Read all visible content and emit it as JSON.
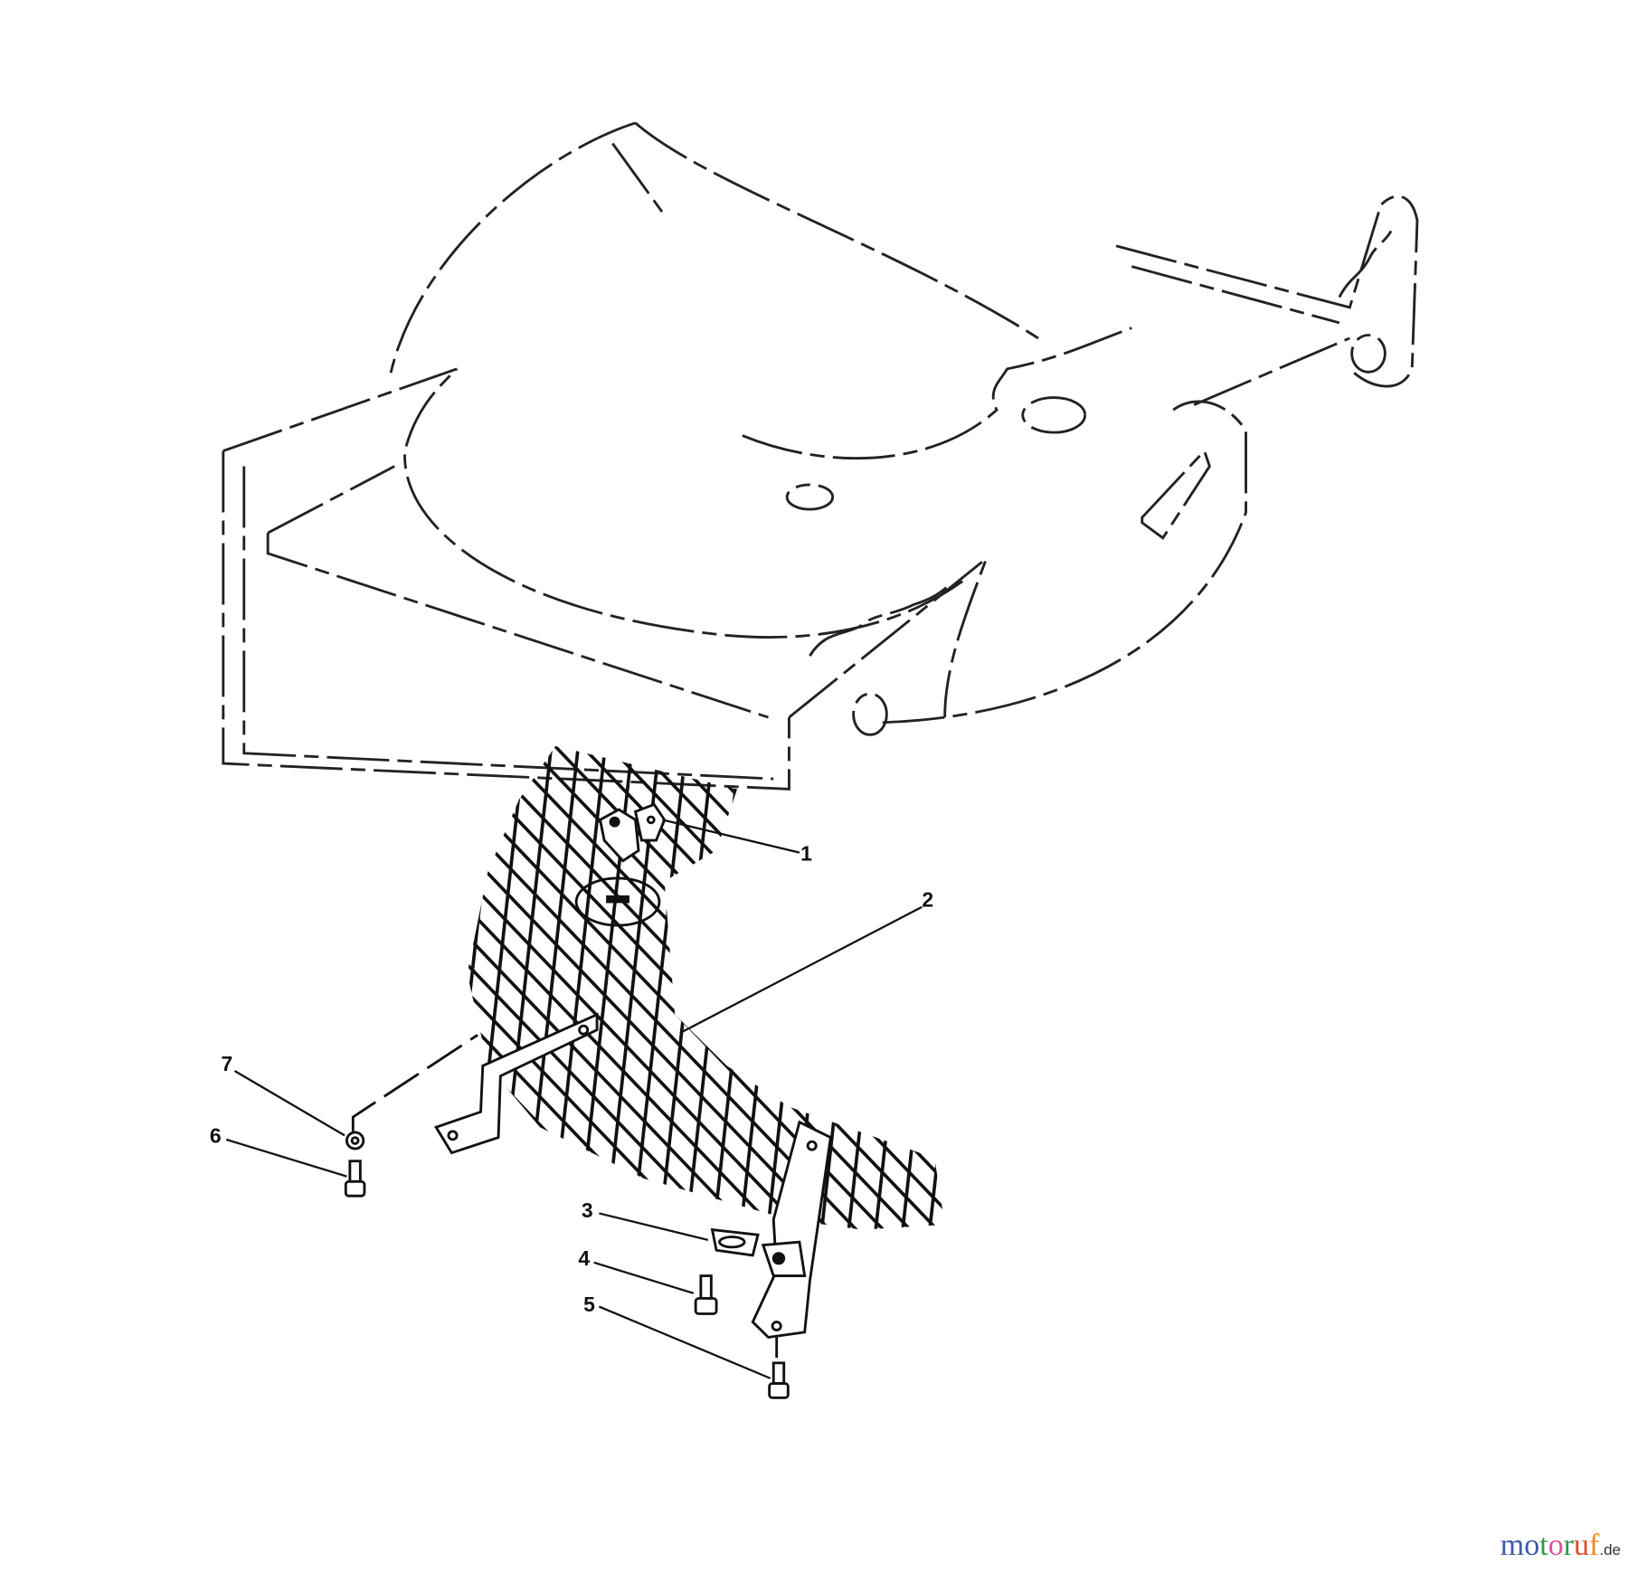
{
  "diagram": {
    "callouts": [
      {
        "number": "1"
      },
      {
        "number": "2"
      },
      {
        "number": "3"
      },
      {
        "number": "4"
      },
      {
        "number": "5"
      },
      {
        "number": "6"
      },
      {
        "number": "7"
      }
    ]
  },
  "watermark": {
    "text": "motoruf",
    "tld": ".de",
    "letter_colors": [
      "#3b5bab",
      "#3b5bab",
      "#2e9a45",
      "#e0509a",
      "#2e9a45",
      "#e04a24",
      "#f08a1c",
      "#f0c020"
    ]
  }
}
